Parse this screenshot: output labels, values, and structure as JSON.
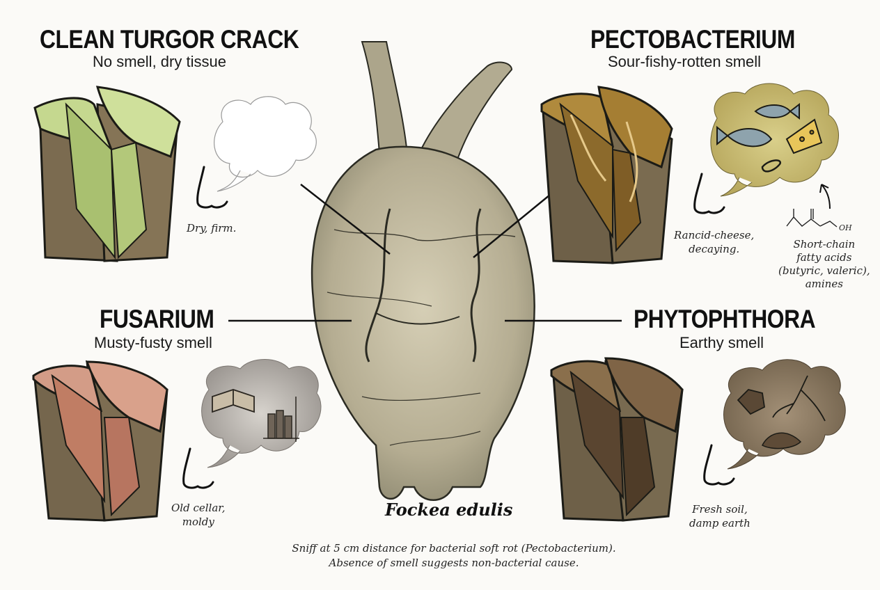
{
  "panels": {
    "clean": {
      "title": "CLEAN TURGOR CRACK",
      "subtitle": "No smell, dry tissue",
      "note": "Dry, firm."
    },
    "pecto": {
      "title": "PECTOBACTERIUM",
      "subtitle": "Sour-fishy-rotten smell",
      "note": [
        "Rancid-cheese,",
        "decaying."
      ],
      "chem_note": [
        "Short-chain",
        "fatty acids",
        "(butyric, valeric),",
        "amines"
      ],
      "chem_oh": "OH"
    },
    "fusarium": {
      "title": "FUSARIUM",
      "subtitle": "Musty-fusty smell",
      "note": [
        "Old cellar,",
        "moldy"
      ]
    },
    "phyto": {
      "title": "PHYTOPHTHORA",
      "subtitle": "Earthy smell",
      "note": [
        "Fresh soil,",
        "damp earth"
      ]
    }
  },
  "center": {
    "species": "Fockea edulis"
  },
  "footer": [
    "Sniff at 5 cm distance for bacterial soft rot (Pectobacterium).",
    "Absence of smell suggests non-bacterial cause."
  ],
  "colors": {
    "clean": "#c5d88f",
    "pecto": "#8a6a2c",
    "fusarium": "#c98a76",
    "phyto": "#6b5335",
    "caudex": "#b9b29a"
  }
}
